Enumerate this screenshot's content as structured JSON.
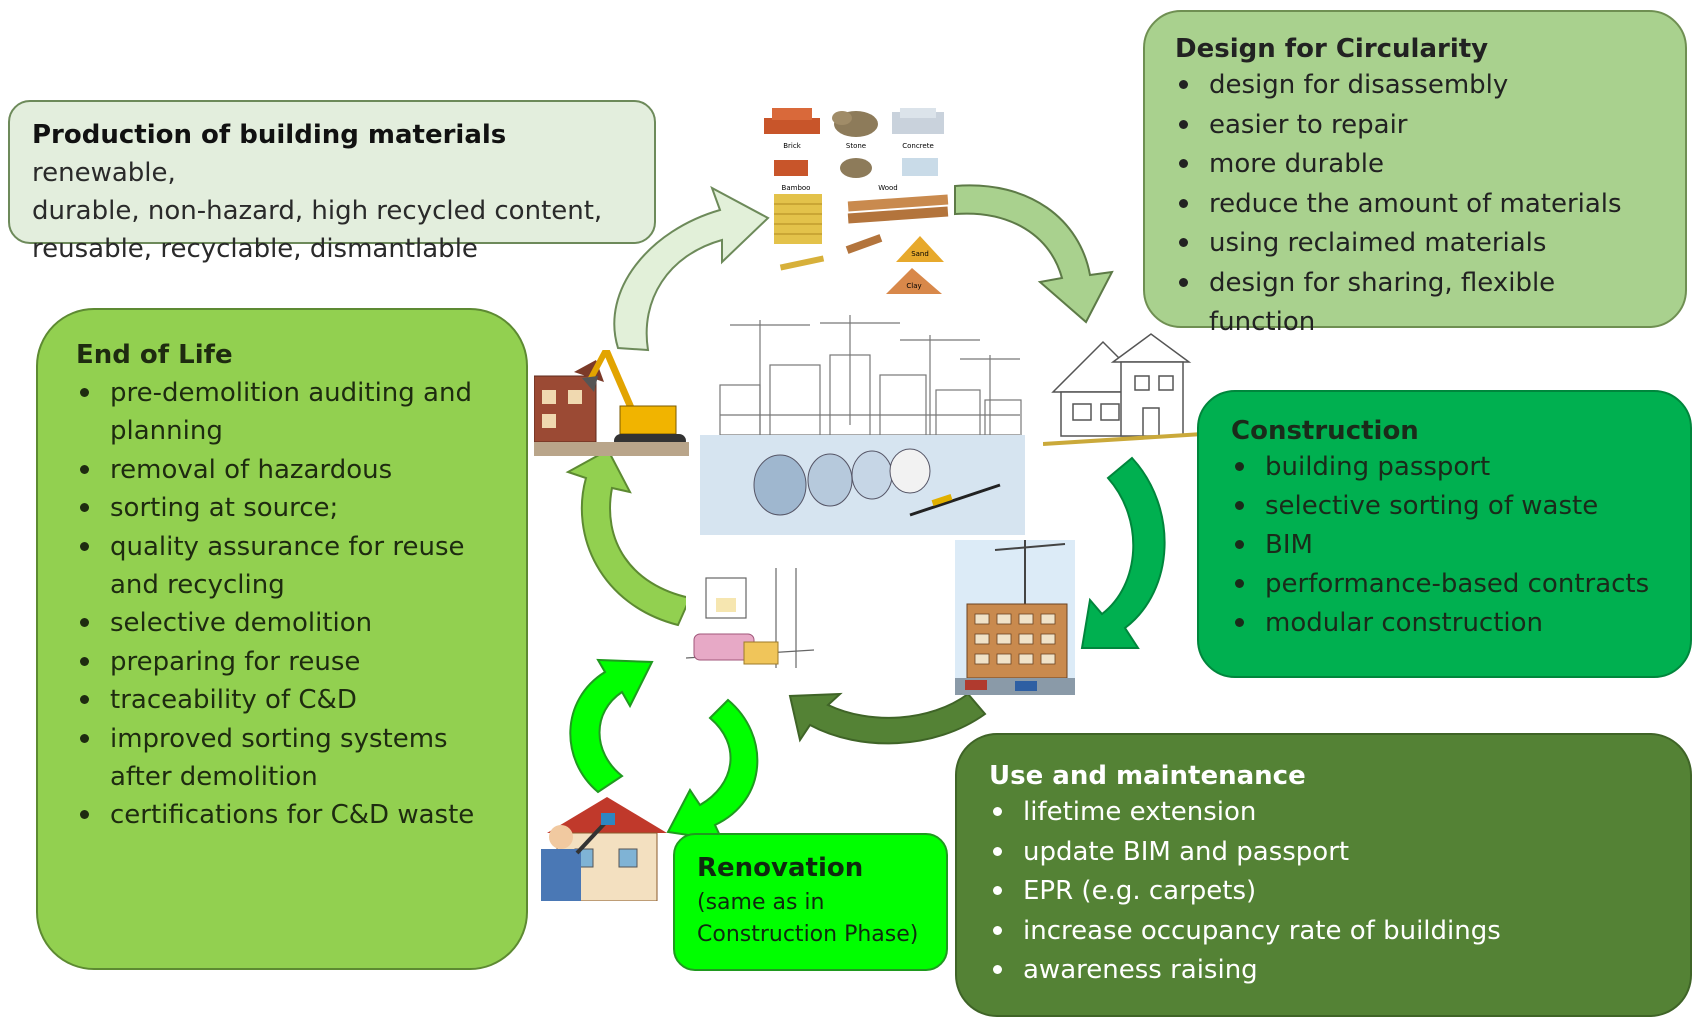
{
  "production": {
    "title": "Production of building materials",
    "text_line1": " renewable,",
    "text_line2": "durable, non-hazard, high recycled content,",
    "text_line3": "reusable, recyclable, dismantlable"
  },
  "design": {
    "title": "Design for Circularity",
    "items": [
      "design for disassembly",
      "easier to repair",
      "more durable",
      "reduce the amount of materials",
      "using reclaimed materials",
      "design for sharing, flexible function"
    ]
  },
  "end_of_life": {
    "title": "End of Life",
    "items": [
      "pre-demolition auditing and planning",
      "removal of hazardous",
      "sorting at source;",
      "quality assurance for reuse and recycling",
      "selective demolition",
      "preparing for reuse",
      "traceability of C&D",
      "improved sorting systems after demolition",
      "certifications for C&D waste"
    ]
  },
  "construction": {
    "title": "Construction",
    "items": [
      "building passport",
      "selective sorting of waste",
      "BIM",
      "performance-based contracts",
      "modular construction"
    ]
  },
  "use": {
    "title": "Use and maintenance",
    "items": [
      "lifetime extension",
      "update BIM and passport",
      "EPR (e.g. carpets)",
      "increase occupancy rate of buildings",
      "awareness raising"
    ]
  },
  "renovation": {
    "title": "Renovation",
    "note_line1": "(same as in",
    "note_line2": "Construction Phase)"
  },
  "materials_labels": {
    "brick": "Brick",
    "stone": "Stone",
    "concrete": "Concrete",
    "bamboo": "Bamboo",
    "wood": "Wood",
    "sand": "Sand",
    "clay": "Clay"
  },
  "colors": {
    "production_fill": "#e3eedd",
    "design_fill": "#a9d18e",
    "eol_fill": "#92d050",
    "construction_fill": "#00b050",
    "use_fill": "#548235",
    "renovation_fill": "#00ff00"
  },
  "icons": [
    "materials-illustration",
    "house-sketch-icon",
    "building-site-icon",
    "interior-room-icon",
    "renovation-house-icon",
    "excavator-icon",
    "city-blueprint-illustration"
  ]
}
